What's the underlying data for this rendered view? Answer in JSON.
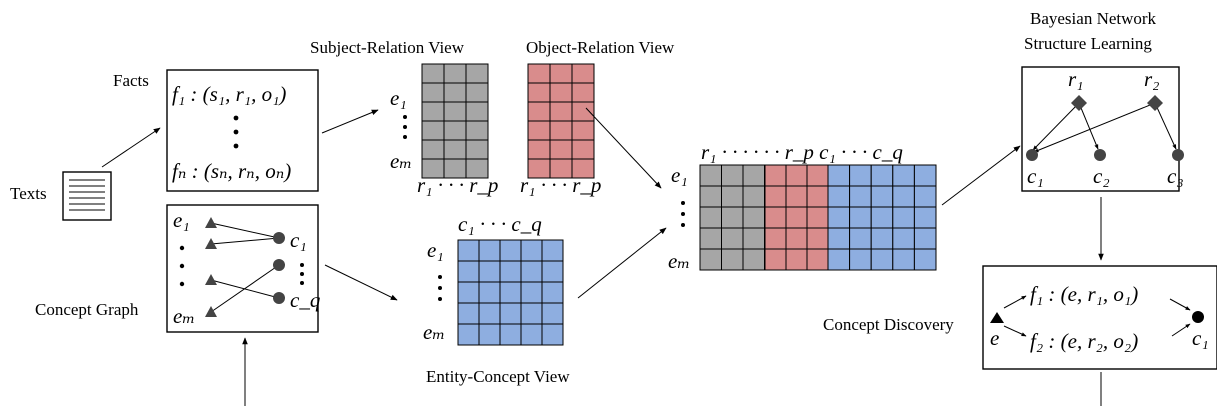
{
  "labels": {
    "texts": "Texts",
    "facts": "Facts",
    "concept_graph": "Concept Graph",
    "subject_relation_view": "Subject-Relation View",
    "object_relation_view": "Object-Relation View",
    "entity_concept_view": "Entity-Concept View",
    "bn_line1": "Bayesian  Network",
    "bn_line2": "Structure  Learning",
    "concept_discovery": "Concept Discovery"
  },
  "facts_box": {
    "first": "f₁ : (s₁, r₁, o₁)",
    "last": "fₙ : (sₙ, rₙ, oₙ)"
  },
  "concept_graph": {
    "e1": "e₁",
    "em": "eₘ",
    "c1": "c₁",
    "cq": "c_q"
  },
  "views": {
    "e1": "e₁",
    "em": "eₘ",
    "r_range": "r₁ · · · r_p",
    "c_range": "c₁  · · ·  c_q",
    "combined_header": "r₁  · · · · · ·  r_p  c₁    · · ·    c_q"
  },
  "bn": {
    "r1": "r₁",
    "r2": "r₂",
    "c1": "c₁",
    "c2": "c₂",
    "c3": "c₃"
  },
  "discovery": {
    "f1": "f₁ : (e, r₁, o₁)",
    "f2": "f₂ : (e, r₂, o₂)",
    "e": "e",
    "c1": "c₁"
  },
  "colors": {
    "gray": "#a6a6a6",
    "red": "#d98c8c",
    "blue": "#8eaee0"
  }
}
